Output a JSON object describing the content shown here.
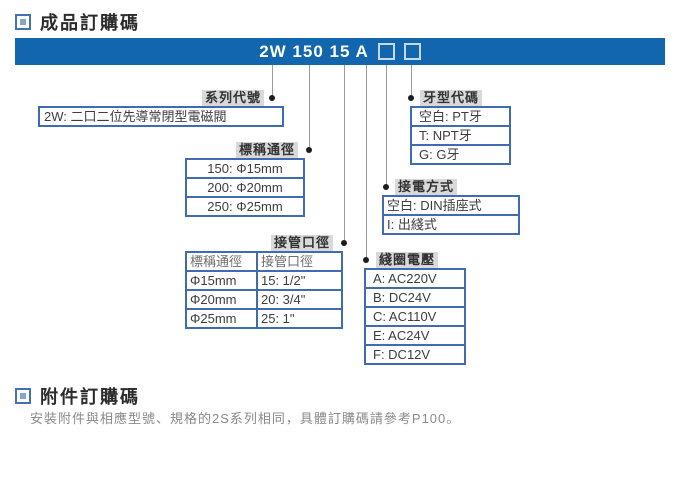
{
  "colors": {
    "banner_blue": "#1166ae",
    "table_border_blue": "#3f6cb0",
    "label_bg": "#d9d9d9"
  },
  "section_product": {
    "title": "成品訂購碼"
  },
  "banner": {
    "code": "2W 150 15 A",
    "blank_box_count": 2
  },
  "callouts": {
    "series": {
      "label": "系列代號",
      "desc": "2W: 二口二位先導常閉型電磁閥"
    },
    "nominal_diameter": {
      "label": "標稱通徑",
      "rows": [
        "150: Φ15mm",
        "200: Φ20mm",
        "250: Φ25mm"
      ]
    },
    "pipe_size": {
      "label": "接管口徑",
      "header": [
        "標稱通徑",
        "接管口徑"
      ],
      "rows": [
        [
          "Φ15mm",
          "15: 1/2\""
        ],
        [
          "Φ20mm",
          "20: 3/4\""
        ],
        [
          "Φ25mm",
          "25: 1\""
        ]
      ]
    },
    "thread_code": {
      "label": "牙型代碼",
      "rows": [
        "空白: PT牙",
        "T: NPT牙",
        "G: G牙"
      ]
    },
    "wiring": {
      "label": "接電方式",
      "rows": [
        "空白: DIN插座式",
        "I: 出綫式"
      ]
    },
    "coil_voltage": {
      "label": "綫圈電壓",
      "rows": [
        "A: AC220V",
        "B: DC24V",
        "C: AC110V",
        "E: AC24V",
        "F: DC12V"
      ]
    }
  },
  "section_accessory": {
    "title": "附件訂購碼",
    "note": "安裝附件與相應型號、規格的2S系列相同，具體訂購碼請參考P100。"
  }
}
